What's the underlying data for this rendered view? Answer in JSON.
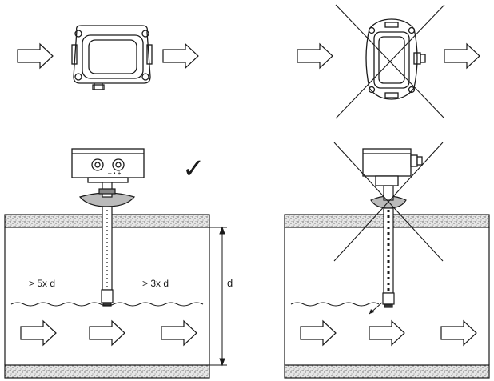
{
  "labels": {
    "upstream": "> 5x d",
    "downstream": "> 3x d",
    "diameter": "d",
    "correct_mark": "✓"
  },
  "colors": {
    "line": "#1a1a1a",
    "wall_fill": "#d8d8d8",
    "arrow_fill": "#ffffff",
    "background": "#ffffff"
  },
  "icons": [
    "flow-arrow-icon",
    "check-icon",
    "cross-icon",
    "transmitter-housing",
    "sensor-probe"
  ]
}
